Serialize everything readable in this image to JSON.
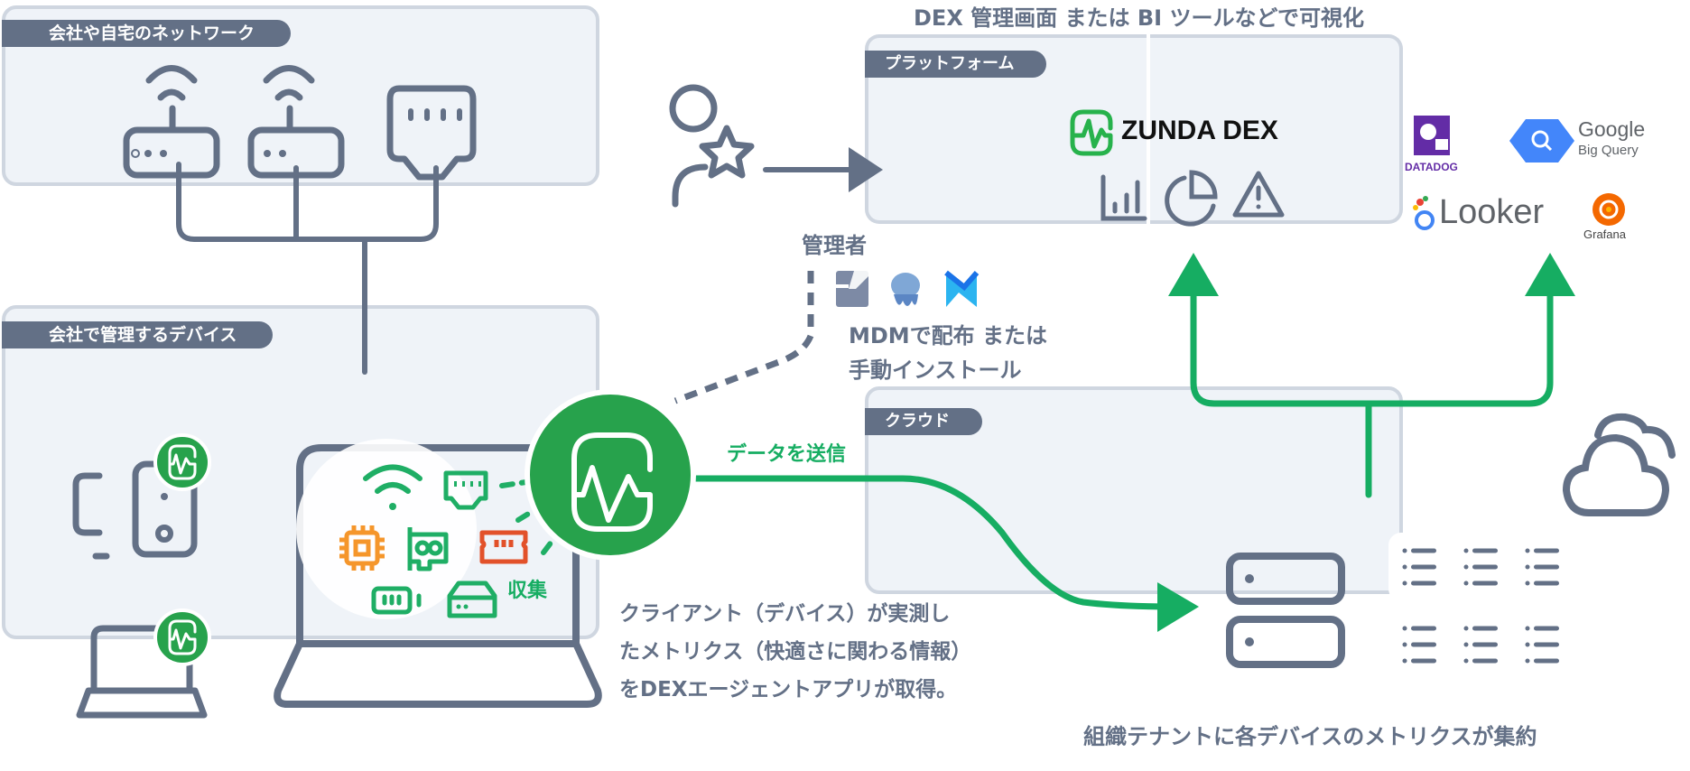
{
  "diagram_title": "DEX 管理画面 または BI ツールなどで可視化",
  "network_panel": {
    "label": "会社や自宅のネットワーク",
    "devices": [
      "wifi-router",
      "wifi-router",
      "ethernet-port"
    ]
  },
  "devices_panel": {
    "label": "会社で管理するデバイス",
    "collect_label": "収集",
    "description_lines": [
      "クライアント（デバイス）が実測し",
      "たメトリクス（快適さに関わる情報）",
      "をDEXエージェントアプリが取得。"
    ]
  },
  "admin": {
    "label": "管理者",
    "install_lines": [
      "MDMで配布 または",
      "手動インストール"
    ],
    "mdm_icons": [
      "jamf-icon",
      "jellyfish-mdm-icon",
      "intune-like-icon"
    ]
  },
  "send_label": "データを送信",
  "platform_panel": {
    "label": "プラットフォーム",
    "brand": "ZUNDA DEX",
    "icons": [
      "bar-chart-icon",
      "pie-chart-icon",
      "warning-icon"
    ]
  },
  "bi_tools": {
    "datadog": "DATADOG",
    "bigquery_line1": "Google",
    "bigquery_line2": "Big Query",
    "looker": "Looker",
    "grafana": "Grafana"
  },
  "cloud_panel": {
    "label": "クラウド",
    "caption": "組織テナントに各デバイスのメトリクスが集約"
  },
  "colors": {
    "slate": "#637086",
    "panel_bg": "#eff3f8",
    "panel_border": "#cfd6e0",
    "green": "#27a24c",
    "green_arrow": "#16ad62",
    "orange": "#f5962b",
    "red": "#e2512a"
  }
}
